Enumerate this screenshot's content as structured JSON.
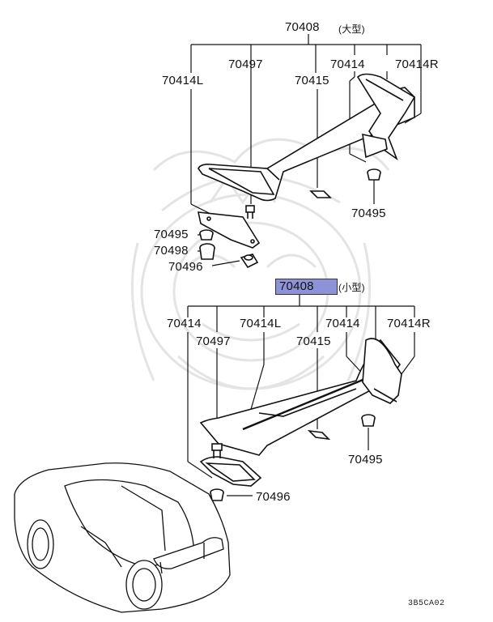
{
  "diagram": {
    "upper_group": {
      "main_part": "70408",
      "variant": "(大型)",
      "callouts": {
        "left_endplate": "70414L",
        "bolt": "70497",
        "gasket": "70415",
        "right_endplate_inner": "70414",
        "right_endplate": "70414R",
        "grommet_right": "70495",
        "grommet_left": "70495",
        "spacer": "70498",
        "clip": "70496"
      }
    },
    "lower_group": {
      "main_part": "70408",
      "variant": "(小型)",
      "callouts": {
        "left_outer": "70414",
        "bolt": "70497",
        "left_endplate": "70414L",
        "gasket": "70415",
        "right_inner": "70414",
        "right_endplate": "70414R",
        "grommet": "70495",
        "clip": "70496"
      }
    },
    "drawing_code": "3B5CA02",
    "highlight_color": "#8e92d8",
    "line_color": "#111111",
    "watermark_color": "#e4e4e4"
  }
}
